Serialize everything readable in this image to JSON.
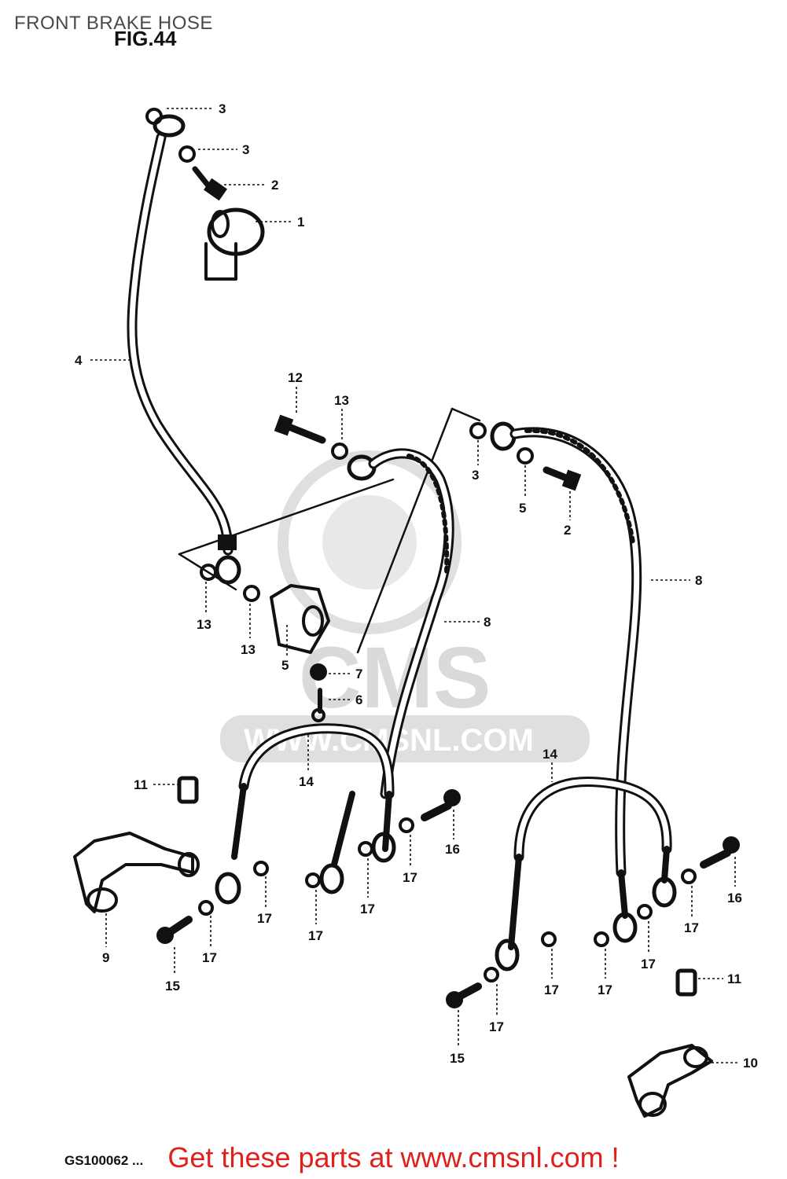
{
  "page": {
    "title": "FRONT BRAKE HOSE",
    "figure_label": "FIG.44",
    "diagram_code": "GS100062 ...",
    "footer_link_text": "Get these parts at www.cmsnl.com !",
    "footer_color": "#e0201c",
    "watermark_text": "WWW.CMSNL.COM",
    "watermark_logo": "CMS"
  },
  "callouts": [
    {
      "id": "c3a",
      "label": "3"
    },
    {
      "id": "c3b",
      "label": "3"
    },
    {
      "id": "c2a",
      "label": "2"
    },
    {
      "id": "c1",
      "label": "1"
    },
    {
      "id": "c4",
      "label": "4"
    },
    {
      "id": "c12",
      "label": "12"
    },
    {
      "id": "c13a",
      "label": "13"
    },
    {
      "id": "c3c",
      "label": "3"
    },
    {
      "id": "c5a",
      "label": "5"
    },
    {
      "id": "c2b",
      "label": "2"
    },
    {
      "id": "c8a",
      "label": "8"
    },
    {
      "id": "c8b",
      "label": "8"
    },
    {
      "id": "c13b",
      "label": "13"
    },
    {
      "id": "c13c",
      "label": "13"
    },
    {
      "id": "c5b",
      "label": "5"
    },
    {
      "id": "c7",
      "label": "7"
    },
    {
      "id": "c6",
      "label": "6"
    },
    {
      "id": "c14a",
      "label": "14"
    },
    {
      "id": "c14b",
      "label": "14"
    },
    {
      "id": "c11a",
      "label": "11"
    },
    {
      "id": "c9",
      "label": "9"
    },
    {
      "id": "c16a",
      "label": "16"
    },
    {
      "id": "c17a",
      "label": "17"
    },
    {
      "id": "c17b",
      "label": "17"
    },
    {
      "id": "c17c",
      "label": "17"
    },
    {
      "id": "c17d",
      "label": "17"
    },
    {
      "id": "c17e",
      "label": "17"
    },
    {
      "id": "c15a",
      "label": "15"
    },
    {
      "id": "c16b",
      "label": "16"
    },
    {
      "id": "c17f",
      "label": "17"
    },
    {
      "id": "c17g",
      "label": "17"
    },
    {
      "id": "c17h",
      "label": "17"
    },
    {
      "id": "c17i",
      "label": "17"
    },
    {
      "id": "c17j",
      "label": "17"
    },
    {
      "id": "c11b",
      "label": "11"
    },
    {
      "id": "c15b",
      "label": "15"
    },
    {
      "id": "c10",
      "label": "10"
    }
  ]
}
